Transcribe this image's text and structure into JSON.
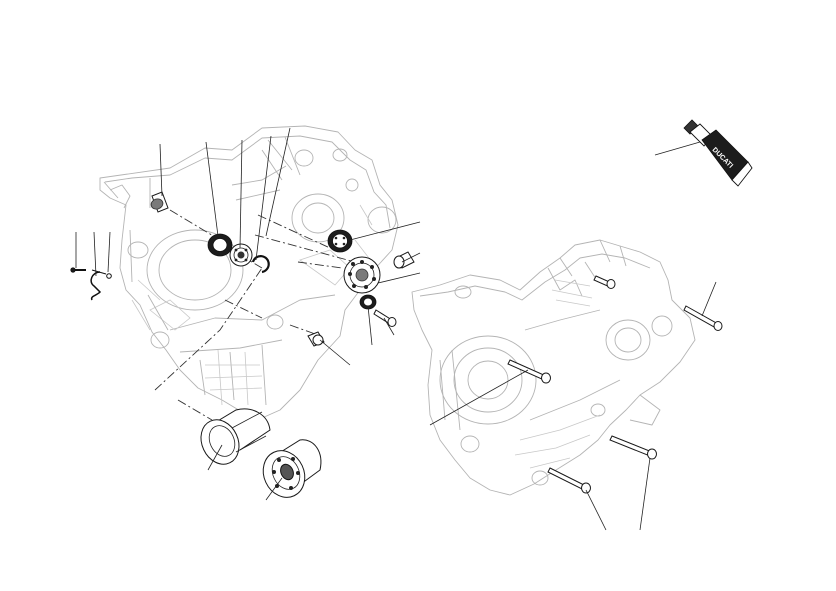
{
  "diagram": {
    "parts": [
      {
        "id": "crankcase-left-half"
      },
      {
        "id": "crankcase-right-half"
      },
      {
        "id": "sealant-tube",
        "brand_text": "DUCATI"
      },
      {
        "id": "main-bearing-outer"
      },
      {
        "id": "main-bearing-inner"
      },
      {
        "id": "shaft-bearing-1"
      },
      {
        "id": "shaft-bearing-2"
      },
      {
        "id": "circlip"
      },
      {
        "id": "ball-bearing-large"
      },
      {
        "id": "ball-bearing-small"
      },
      {
        "id": "seal-ring"
      },
      {
        "id": "bushing"
      },
      {
        "id": "plug-1"
      },
      {
        "id": "plug-2"
      },
      {
        "id": "hook-clip"
      },
      {
        "id": "small-screw"
      },
      {
        "id": "long-screw-1"
      },
      {
        "id": "long-screw-2"
      },
      {
        "id": "long-screw-3"
      },
      {
        "id": "long-screw-4"
      },
      {
        "id": "long-screw-5"
      }
    ],
    "colors": {
      "line": "#1a1a1a",
      "light_line": "#b4b4b4",
      "dark_part": "#1c1c1c",
      "background": "#ffffff"
    }
  }
}
